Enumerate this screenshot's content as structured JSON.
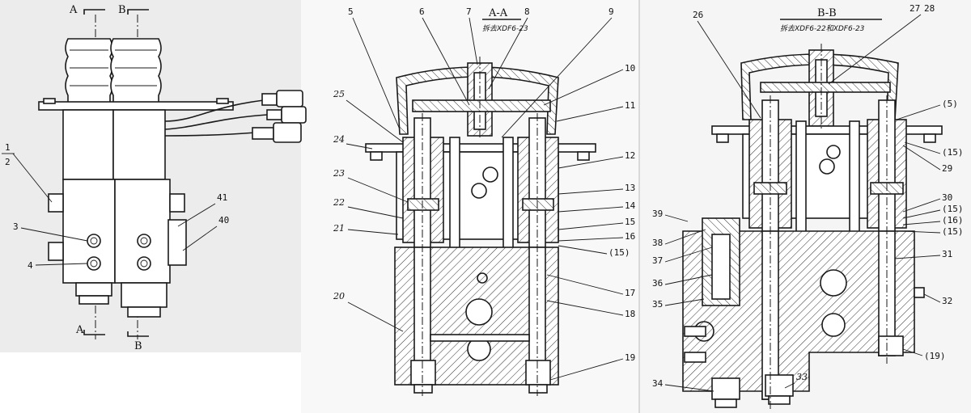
{
  "views": {
    "left": {
      "section_marks": [
        "A",
        "B",
        "A",
        "B"
      ],
      "labels": [
        "1",
        "2",
        "3",
        "4",
        "41",
        "40"
      ]
    },
    "section_aa": {
      "title": "A-A",
      "subtitle": "拆去XDF6-23",
      "labels": [
        "5",
        "6",
        "7",
        "8",
        "9",
        "10",
        "11",
        "12",
        "13",
        "14",
        "15",
        "16",
        "(15)",
        "17",
        "18",
        "19",
        "20",
        "21",
        "22",
        "23",
        "24",
        "25"
      ]
    },
    "section_bb": {
      "title": "B-B",
      "subtitle": "拆去XDF6-22和XDF6-23",
      "labels": [
        "26",
        "27",
        "28",
        "(5)",
        "(15)",
        "29",
        "30",
        "(15)",
        "(16)",
        "(15)",
        "31",
        "32",
        "(19)",
        "33",
        "34",
        "35",
        "36",
        "37",
        "38",
        "39"
      ]
    }
  }
}
